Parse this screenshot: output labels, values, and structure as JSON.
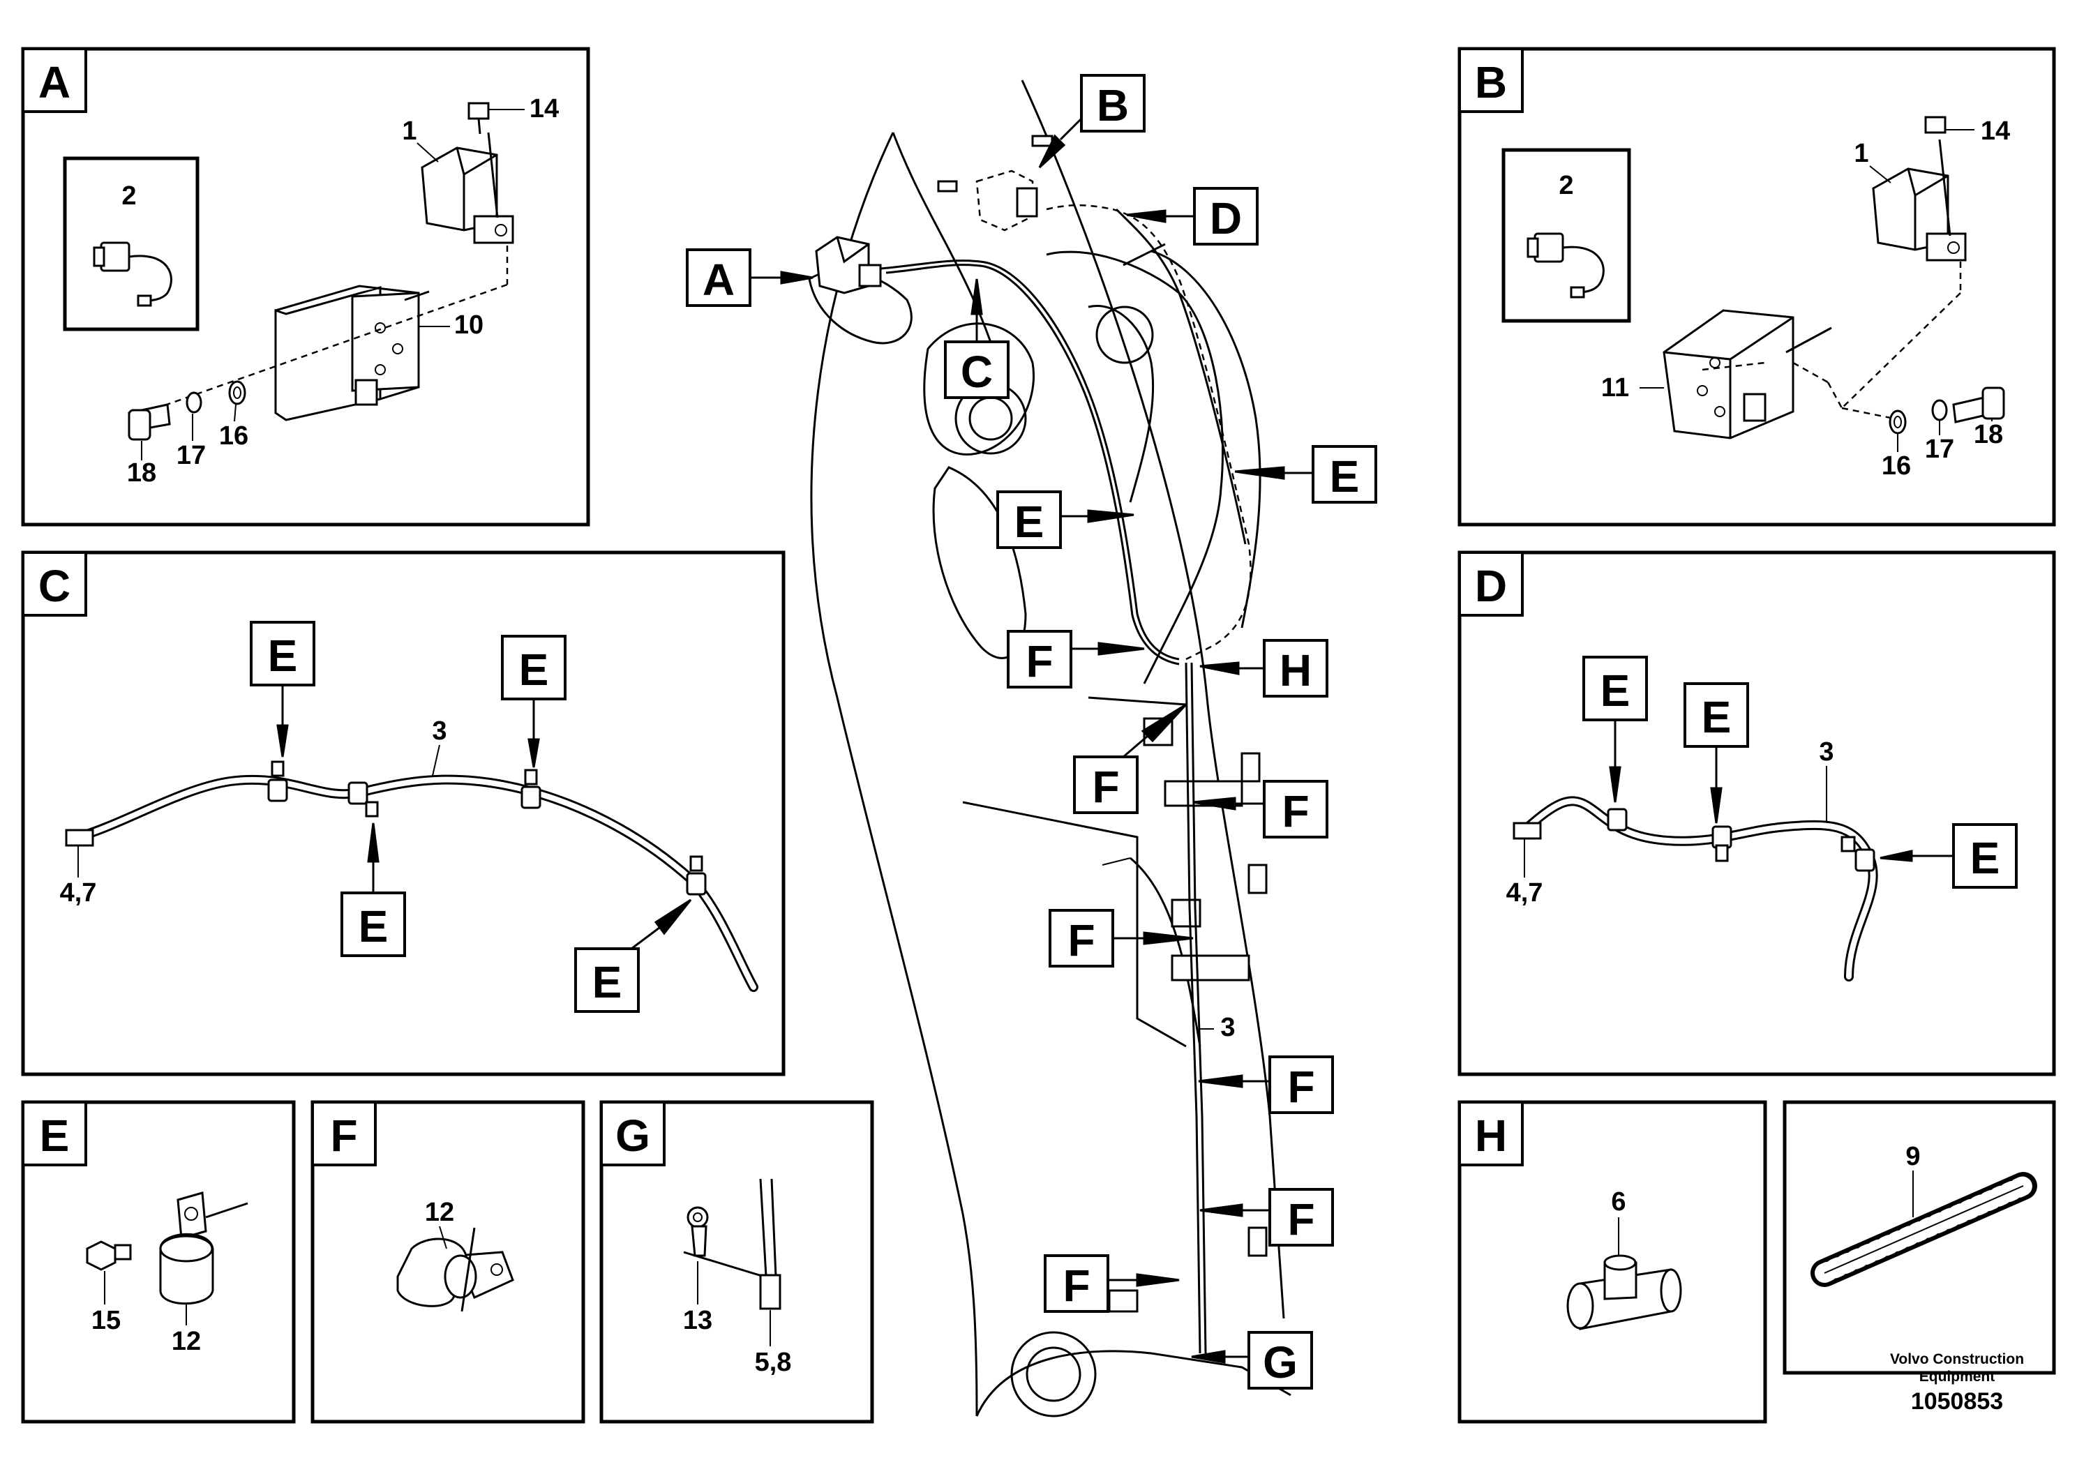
{
  "tags": {
    "A": "A",
    "B": "B",
    "C": "C",
    "D": "D",
    "E": "E",
    "F": "F",
    "G": "G",
    "H": "H"
  },
  "parts": {
    "p1": "1",
    "p2": "2",
    "p3": "3",
    "p4_7": "4,7",
    "p5_8": "5,8",
    "p6": "6",
    "p9": "9",
    "p10": "10",
    "p11": "11",
    "p12": "12",
    "p13": "13",
    "p14": "14",
    "p15": "15",
    "p16": "16",
    "p17": "17",
    "p18": "18"
  },
  "footer": {
    "brand_line1": "Volvo Construction",
    "brand_line2": "Equipment",
    "doc_number": "1050853"
  }
}
